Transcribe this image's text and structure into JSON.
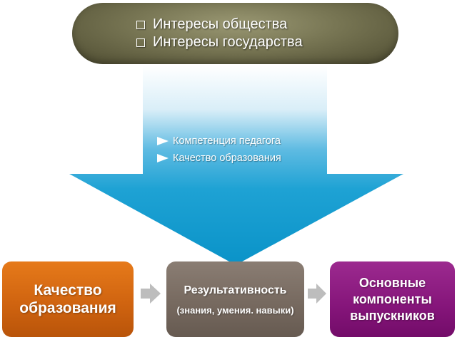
{
  "top_panel": {
    "items": [
      "Интересы общества",
      "Интересы государства"
    ]
  },
  "down_arrow": {
    "items": [
      "Компетенция педагога",
      "Качество образования"
    ]
  },
  "boxes": {
    "quality": {
      "title": "Качество\nобразования"
    },
    "result": {
      "title": "Результативность",
      "subtitle": "(знания, умения. навыки)"
    },
    "components": {
      "title": "Основные\nкомпоненты\nвыпускников"
    }
  },
  "colors": {
    "pill": "#777553",
    "arrow": "#0b96c9",
    "quality": "#d06410",
    "result": "#75685e",
    "components": "#85157a",
    "flow_arrow": "#bdbdbd"
  }
}
